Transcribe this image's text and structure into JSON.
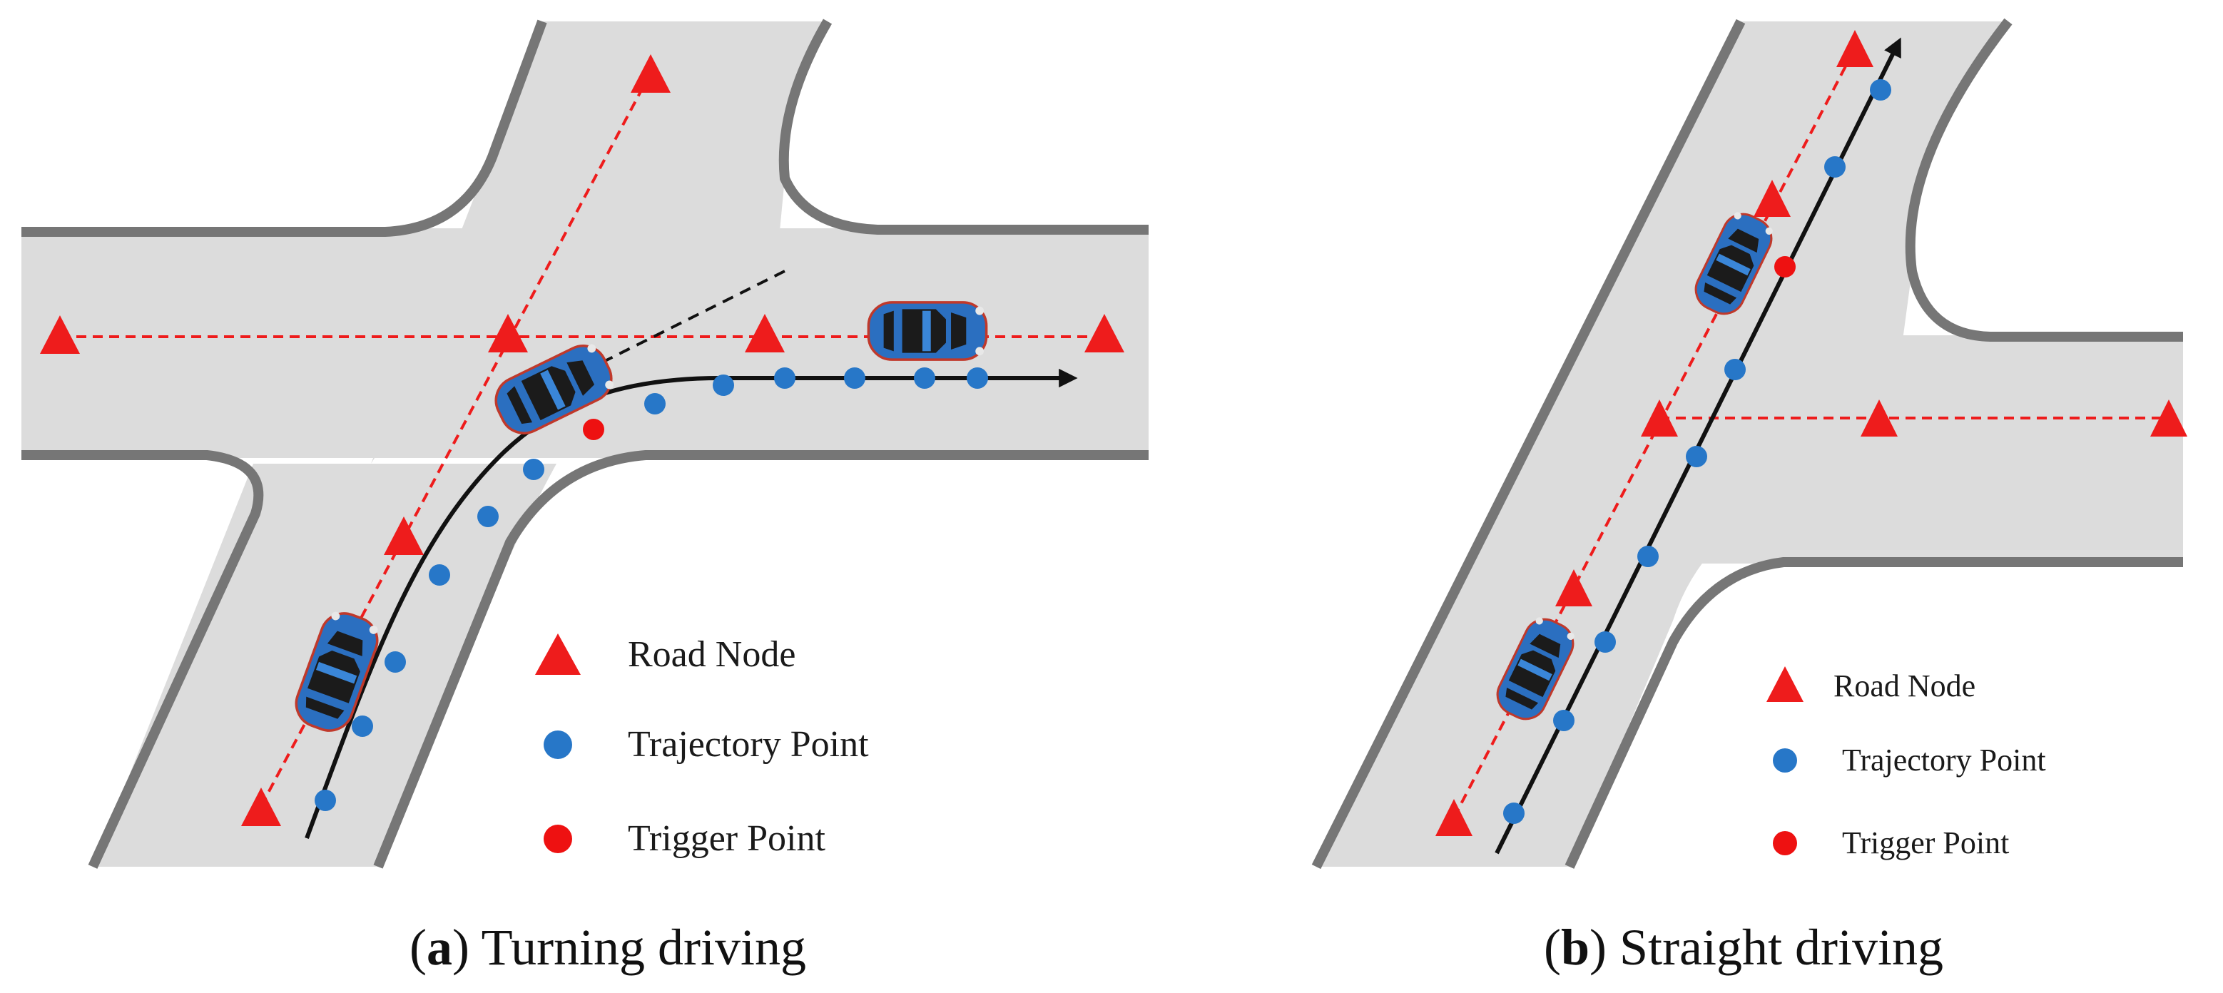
{
  "colors": {
    "road": "#dcdcdc",
    "curb": "#767676",
    "road_node": "#ee1c1c",
    "trajectory_point": "#2777c8",
    "trigger_point": "#ee1111",
    "path": "#111111",
    "car_body": "#2b6fc0",
    "car_glass": "#1b1b1b"
  },
  "panels": [
    {
      "id": "a",
      "caption_letter": "a",
      "caption_text": " Turning driving",
      "legend": [
        {
          "symbol": "road-node",
          "label": "Road Node"
        },
        {
          "symbol": "trajectory-point",
          "label": "Trajectory Point"
        },
        {
          "symbol": "trigger-point",
          "label": "Trigger Point"
        }
      ]
    },
    {
      "id": "b",
      "caption_letter": "b",
      "caption_text": " Straight driving",
      "legend": [
        {
          "symbol": "road-node",
          "label": "Road Node"
        },
        {
          "symbol": "trajectory-point",
          "label": "Trajectory Point"
        },
        {
          "symbol": "trigger-point",
          "label": "Trigger Point"
        }
      ]
    }
  ]
}
